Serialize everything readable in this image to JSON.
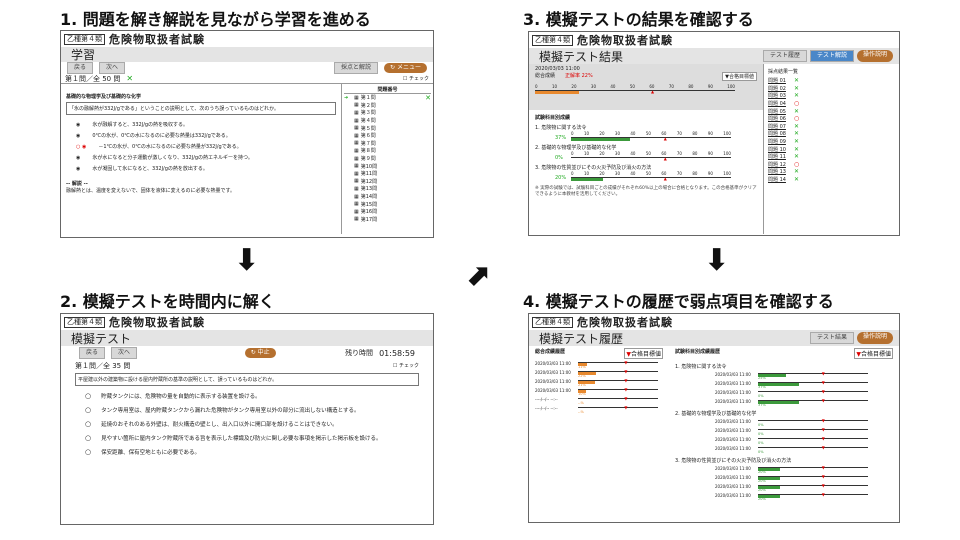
{
  "steps": {
    "s1": "1. 問題を解き解説を見ながら学習を進める",
    "s2": "2. 模擬テストを時間内に解く",
    "s3": "3. 模擬テストの結果を確認する",
    "s4": "4. 模擬テストの履歴で弱点項目を確認する"
  },
  "app": {
    "badge": "乙種第４類",
    "title": "危険物取扱者試験"
  },
  "p1": {
    "subtitle": "学習",
    "back": "戻る",
    "next": "次へ",
    "answer": "採点と解説",
    "menu": "メニュー",
    "qnum": "第１問／全 50 問",
    "mark": "✕",
    "check": "チェック",
    "category": "基礎的な物理学及び基礎的な化学",
    "question": "「氷の融解熱が332J/gである」ということの説明として、次のうち誤っているものはどれか。",
    "choices": [
      "氷が融解すると、332J/gの熱を吸収する。",
      "0℃の氷が、0℃の水になるのに必要な熱量は332J/gである。",
      "－1℃の氷が、0℃の水になるのに必要な熱量が332J/gである。",
      "氷が水になると分子運動が激しくなり、332J/gの熱エネルギーを持つ。",
      "水が凝固して氷になると、332J/gの熱を放出する。"
    ],
    "explain_title": "-- 解説 --",
    "explain": "融解熱とは、温度を変えないで、固体を液体に変えるのに必要な熱量です。",
    "list_title": "問題番号",
    "list": [
      "第１問",
      "第２問",
      "第３問",
      "第４問",
      "第５問",
      "第６問",
      "第７問",
      "第８問",
      "第９問",
      "第10問",
      "第11問",
      "第12問",
      "第13問",
      "第14問",
      "第15問",
      "第16問",
      "第17問"
    ]
  },
  "p2": {
    "subtitle": "模擬テスト",
    "back": "戻る",
    "next": "次へ",
    "pause": "中止",
    "timer_label": "残り時間",
    "timer": "01:58:59",
    "qnum": "第１問／全 35 問",
    "check": "チェック",
    "question": "平屋建以外の建築物に設ける屋内貯蔵所の基準の説明として、誤っているものはどれか。",
    "choices": [
      "貯蔵タンクには、危険物の量を自動的に表示する装置を設ける。",
      "タンク専用室は、屋内貯蔵タンクから漏れた危険物がタンク専用室以外の部分に流出しない構造とする。",
      "延焼のおそれのある外壁は、耐火構造の壁とし、出入口以外に開口部を設けることはできない。",
      "見やすい箇所に屋内タンク貯蔵所である旨を表示した標識及び防火に関し必要な事項を掲示した掲示板を設ける。",
      "保安距離、保有空地ともに必要である。"
    ]
  },
  "p3": {
    "subtitle": "模擬テスト結果",
    "btn_hist": "テスト履歴",
    "btn_exp": "テスト解説",
    "btn_menu": "操作説明",
    "date": "2020/03/03 11:00",
    "total_label": "総合成績",
    "rate_label": "正解率 22%",
    "pass_label": "合格目標値",
    "section": "試験科目別成績",
    "subjects": [
      {
        "name": "1. 危険物に関する法令",
        "pct": "37%",
        "value": 37
      },
      {
        "name": "2. 基礎的な物理学及び基礎的な化学",
        "pct": "0%",
        "value": 0
      },
      {
        "name": "3. 危険物の性質並びにその火災予防及び消火の方法",
        "pct": "20%",
        "value": 20
      }
    ],
    "note": "※ 実際の試験では、試験科目ごとの成績がそれぞれ60%以上の場合に合格となります。この合格基準がクリアできるように本教材を活用してください。",
    "ticks": [
      "0",
      "10",
      "20",
      "30",
      "40",
      "50",
      "60",
      "70",
      "80",
      "90",
      "100"
    ],
    "list_title": "採点結果一覧",
    "results": [
      {
        "label": "問題 01",
        "mark": "✕"
      },
      {
        "label": "問題 02",
        "mark": "✕"
      },
      {
        "label": "問題 03",
        "mark": "✕"
      },
      {
        "label": "問題 04",
        "mark": "○"
      },
      {
        "label": "問題 05",
        "mark": "✕"
      },
      {
        "label": "問題 06",
        "mark": "○"
      },
      {
        "label": "問題 07",
        "mark": "✕"
      },
      {
        "label": "問題 08",
        "mark": "✕"
      },
      {
        "label": "問題 09",
        "mark": "✕"
      },
      {
        "label": "問題 10",
        "mark": "✕"
      },
      {
        "label": "問題 11",
        "mark": "✕"
      },
      {
        "label": "問題 12",
        "mark": "○"
      },
      {
        "label": "問題 13",
        "mark": "✕"
      },
      {
        "label": "問題 14",
        "mark": "✕"
      }
    ]
  },
  "p4": {
    "subtitle": "模擬テスト履歴",
    "btn_res": "テスト結果",
    "btn_menu": "操作説明",
    "total_title": "総合成績履歴",
    "subj_title": "試験科目別成績履歴",
    "pass_label": "合格目標値",
    "total_rows": [
      {
        "date": "2020/03/03 11:00",
        "pct": "11%",
        "value": 11
      },
      {
        "date": "2020/03/03 11:00",
        "pct": "22%",
        "value": 22
      },
      {
        "date": "2020/03/03 11:00",
        "pct": "21%",
        "value": 21
      },
      {
        "date": "2020/03/03 11:00",
        "pct": "10%",
        "value": 10
      },
      {
        "date": "----/--/-- --:--",
        "pct": "--%",
        "value": 0
      },
      {
        "date": "----/--/-- --:--",
        "pct": "--%",
        "value": 0
      }
    ],
    "subjects": [
      {
        "name": "1. 危険物に関する法令",
        "rows": [
          {
            "date": "2020/03/03 11:00",
            "pct": "25%",
            "value": 25
          },
          {
            "date": "2020/03/03 11:00",
            "pct": "37%",
            "value": 37
          },
          {
            "date": "2020/03/03 11:00",
            "pct": "0%",
            "value": 0
          },
          {
            "date": "2020/03/03 11:00",
            "pct": "37%",
            "value": 37
          }
        ]
      },
      {
        "name": "2. 基礎的な物理学及び基礎的な化学",
        "rows": [
          {
            "date": "2020/03/03 11:00",
            "pct": "0%",
            "value": 0
          },
          {
            "date": "2020/03/03 11:00",
            "pct": "0%",
            "value": 0
          },
          {
            "date": "2020/03/03 11:00",
            "pct": "0%",
            "value": 0
          },
          {
            "date": "2020/03/03 11:00",
            "pct": "0%",
            "value": 0
          }
        ]
      },
      {
        "name": "3. 危険物の性質並びにその火災予防及び消火の方法",
        "rows": [
          {
            "date": "2020/03/03 11:00",
            "pct": "20%",
            "value": 20
          },
          {
            "date": "2020/03/03 11:00",
            "pct": "20%",
            "value": 20
          },
          {
            "date": "2020/03/03 11:00",
            "pct": "20%",
            "value": 20
          },
          {
            "date": "2020/03/03 11:00",
            "pct": "20%",
            "value": 20
          }
        ]
      }
    ]
  }
}
